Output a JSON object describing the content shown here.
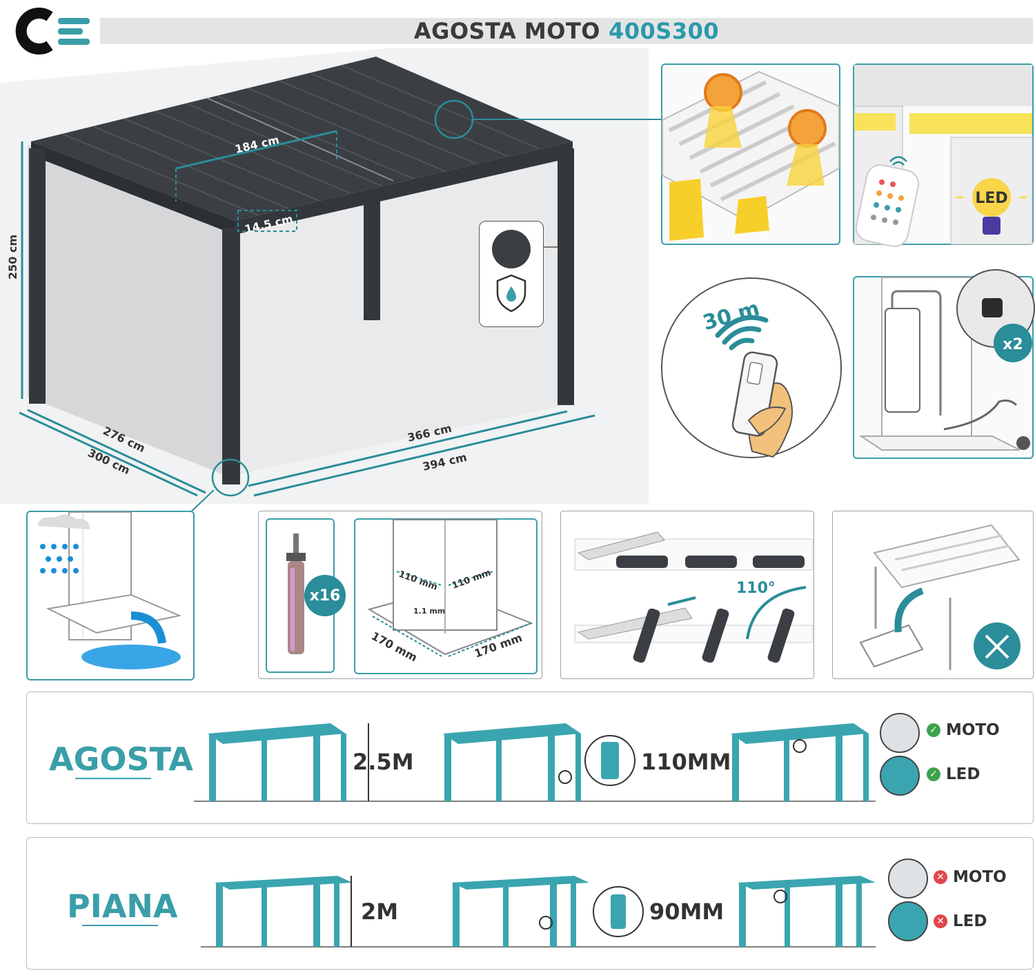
{
  "header": {
    "logo_letter": "C",
    "title_main": "AGOSTA MOTO",
    "title_model": "400S300"
  },
  "dimensions": {
    "height": "250 cm",
    "blade_span": "184 cm",
    "blade_width": "14.5 cm",
    "inner_depth": "276 cm",
    "outer_depth": "300 cm",
    "inner_width": "366 cm",
    "outer_width": "394 cm"
  },
  "features": {
    "led_label": "LED",
    "remote_range": "30 m",
    "plug_count": "x2"
  },
  "details": {
    "anchor_count": "x16",
    "plate_a": "110 mm",
    "plate_b": "110 mm",
    "gap": "1.1 mm",
    "plate_c": "170 mm",
    "plate_d": "170 mm",
    "angle": "110°"
  },
  "comparison": [
    {
      "name": "AGOSTA",
      "height": "2.5M",
      "post": "110MM",
      "features": [
        {
          "label": "MOTO",
          "ok": true
        },
        {
          "label": "LED",
          "ok": true
        }
      ]
    },
    {
      "name": "PIANA",
      "height": "2M",
      "post": "90MM",
      "features": [
        {
          "label": "MOTO",
          "ok": false
        },
        {
          "label": "LED",
          "ok": false
        }
      ]
    }
  ],
  "colors": {
    "accent": "#3a9ea8",
    "frame": "#3b3f44",
    "ok": "#3da34a",
    "no": "#e0464e"
  }
}
